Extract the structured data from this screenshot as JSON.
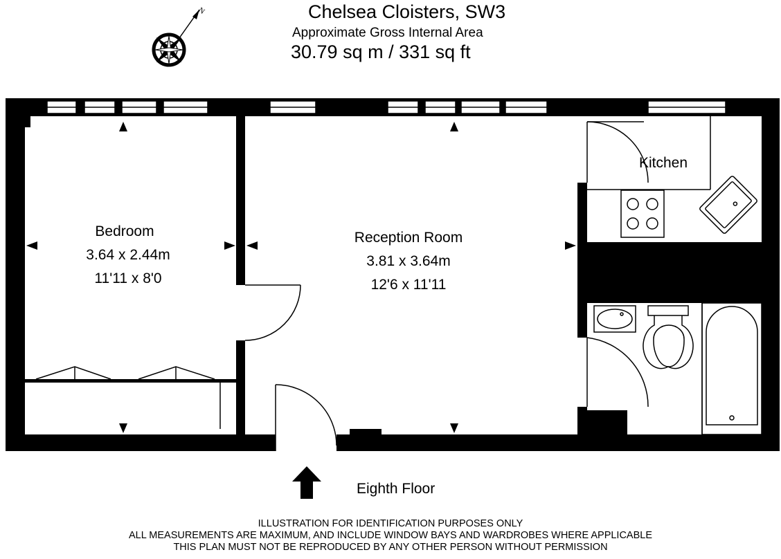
{
  "header": {
    "title": "Chelsea Cloisters, SW3",
    "subtitle": "Approximate Gross Internal Area",
    "area": "30.79 sq m  /  331 sq ft"
  },
  "rooms": [
    {
      "name": "Bedroom",
      "metric": "3.64 x 2.44m",
      "imperial": "11'11 x 8'0"
    },
    {
      "name": "Reception Room",
      "metric": "3.81 x 3.64m",
      "imperial": "12'6 x 11'11"
    },
    {
      "name": "Kitchen"
    }
  ],
  "floor_label": "Eighth Floor",
  "disclaimer": [
    "ILLUSTRATION FOR IDENTIFICATION PURPOSES ONLY",
    "ALL MEASUREMENTS ARE MAXIMUM, AND INCLUDE WINDOW BAYS AND WARDROBES WHERE APPLICABLE",
    "THIS PLAN MUST NOT BE REPRODUCED BY ANY OTHER PERSON WITHOUT PERMISSION"
  ],
  "icons": {
    "compass": "compass-rose-icon",
    "entrance": "entrance-arrow-icon"
  },
  "colors": {
    "wall": "#000000",
    "background": "#ffffff"
  }
}
